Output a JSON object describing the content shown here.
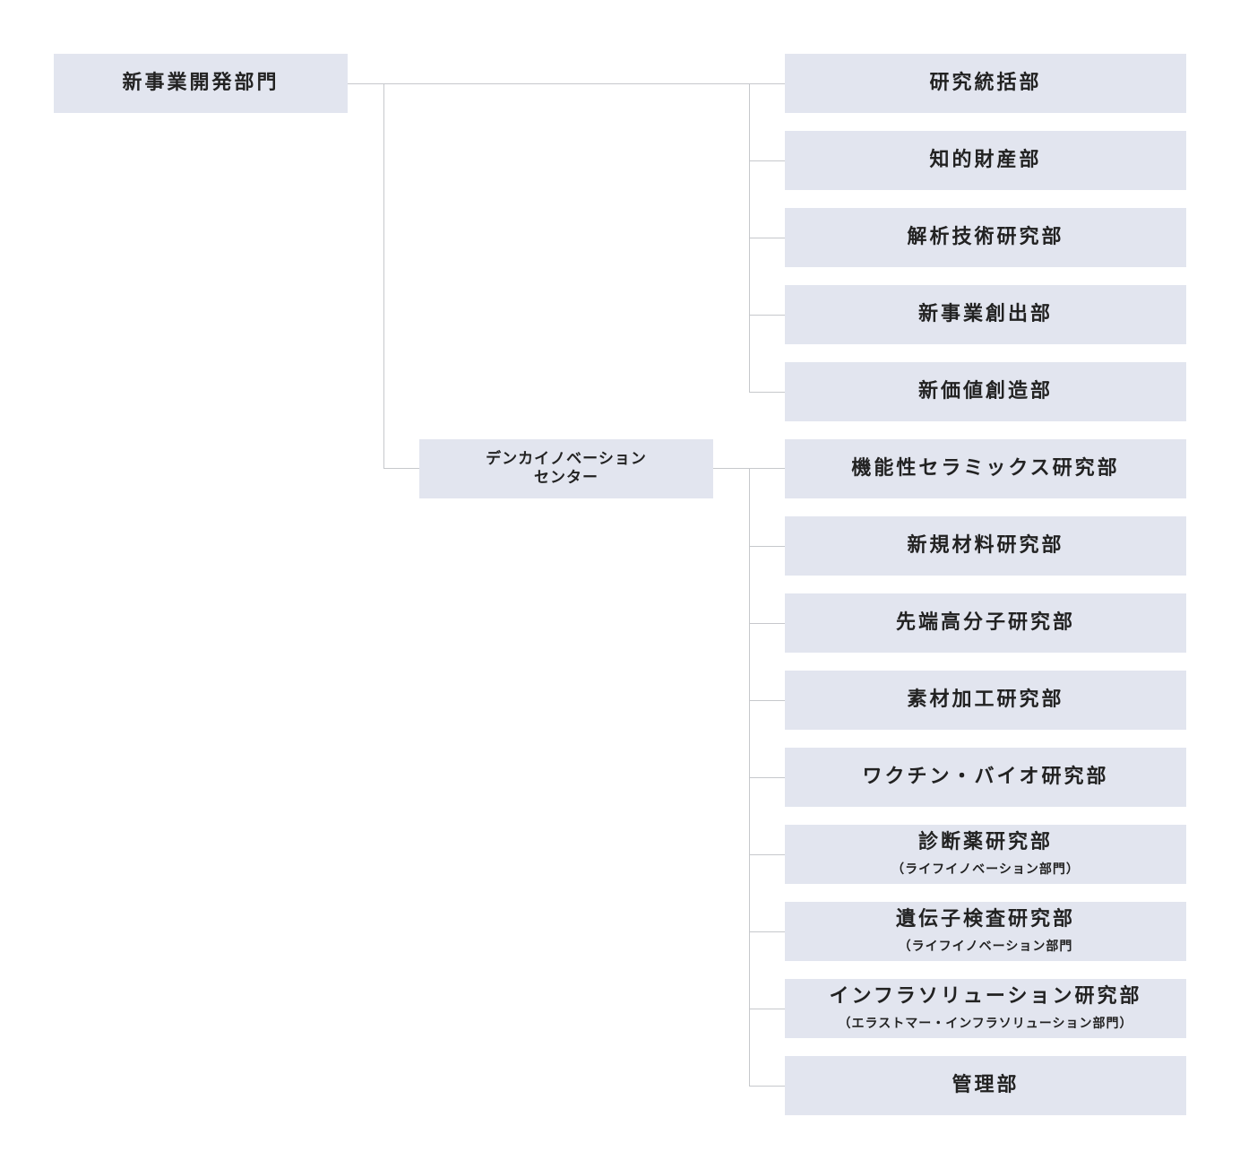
{
  "root": {
    "label": "新事業開発部門"
  },
  "center": {
    "line1": "デンカイノベーション",
    "line2": "センター"
  },
  "departments": [
    {
      "label": "研究統括部",
      "sub": ""
    },
    {
      "label": "知的財産部",
      "sub": ""
    },
    {
      "label": "解析技術研究部",
      "sub": ""
    },
    {
      "label": "新事業創出部",
      "sub": ""
    },
    {
      "label": "新価値創造部",
      "sub": ""
    },
    {
      "label": "機能性セラミックス研究部",
      "sub": ""
    },
    {
      "label": "新規材料研究部",
      "sub": ""
    },
    {
      "label": "先端高分子研究部",
      "sub": ""
    },
    {
      "label": "素材加工研究部",
      "sub": ""
    },
    {
      "label": "ワクチン・バイオ研究部",
      "sub": ""
    },
    {
      "label": "診断薬研究部",
      "sub": "（ライフイノベーション部門）"
    },
    {
      "label": "遺伝子検査研究部",
      "sub": "（ライフイノベーション部門"
    },
    {
      "label": "インフラソリューション研究部",
      "sub": "（エラストマー・インフラソリューション部門）"
    },
    {
      "label": "管理部",
      "sub": ""
    }
  ],
  "colors": {
    "box": "#e2e5ef",
    "line": "#c6c8cc",
    "text": "#222222"
  }
}
